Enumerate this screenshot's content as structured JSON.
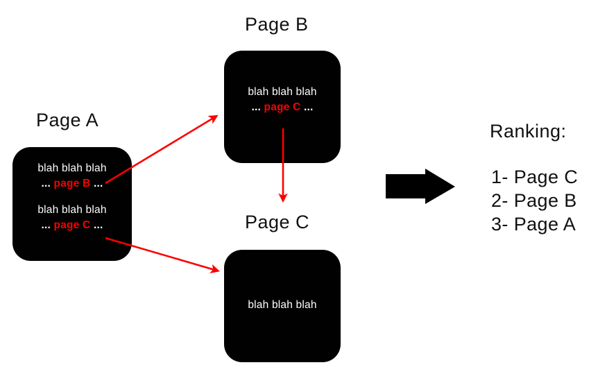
{
  "diagram": {
    "type": "pagerank-link-diagram",
    "background_color": "#ffffff",
    "box_color": "#010101",
    "link_color": "#fc0000",
    "text_color": "#ffffff",
    "label_color": "#111111",
    "arrow_color": "#fc0000",
    "big_arrow_color": "#000000"
  },
  "pages": [
    {
      "id": "page-a",
      "title": "Page A",
      "lines": [
        {
          "kind": "plain",
          "text": "blah blah blah"
        },
        {
          "kind": "link",
          "prefix": "... ",
          "link": "page B",
          "suffix": " ..."
        },
        {
          "kind": "plain",
          "text": "blah blah blah"
        },
        {
          "kind": "link",
          "prefix": "... ",
          "link": "page C",
          "suffix": " ..."
        }
      ]
    },
    {
      "id": "page-b",
      "title": "Page B",
      "lines": [
        {
          "kind": "plain",
          "text": "blah blah blah"
        },
        {
          "kind": "link",
          "prefix": "... ",
          "link": "page C",
          "suffix": " ..."
        }
      ]
    },
    {
      "id": "page-c",
      "title": "Page C",
      "lines": [
        {
          "kind": "plain",
          "text": "blah blah blah"
        }
      ]
    }
  ],
  "links": [
    {
      "from": "page-a",
      "to": "page-b",
      "label": "page B"
    },
    {
      "from": "page-a",
      "to": "page-c",
      "label": "page C"
    },
    {
      "from": "page-b",
      "to": "page-c",
      "label": "page C"
    }
  ],
  "ranking": {
    "heading": "Ranking:",
    "items": [
      "1- Page C",
      "2- Page B",
      "3- Page A"
    ]
  }
}
